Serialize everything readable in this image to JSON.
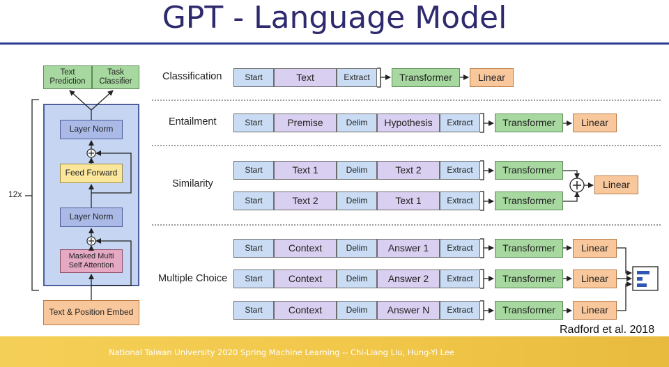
{
  "title": "GPT - Language Model",
  "footer": "National Taiwan University 2020 Spring Machine Learning -- Chi-Liang Liu, Hung-Yi Lee",
  "credit": "Radford et al. 2018",
  "architecture": {
    "heads": [
      "Text Prediction",
      "Task Classifier"
    ],
    "repeat_label": "12x",
    "layer_norm_top": "Layer Norm",
    "feed_forward": "Feed Forward",
    "layer_norm_bottom": "Layer Norm",
    "attention": "Masked Multi Self Attention",
    "embed": "Text & Position Embed",
    "plus": "+"
  },
  "tasks": {
    "classification": {
      "label": "Classification",
      "tokens": [
        "Start",
        "Text",
        "Extract"
      ],
      "transformer": "Transformer",
      "linear": "Linear"
    },
    "entailment": {
      "label": "Entailment",
      "tokens": [
        "Start",
        "Premise",
        "Delim",
        "Hypothesis",
        "Extract"
      ],
      "transformer": "Transformer",
      "linear": "Linear"
    },
    "similarity": {
      "label": "Similarity",
      "rows": [
        [
          "Start",
          "Text 1",
          "Delim",
          "Text 2",
          "Extract"
        ],
        [
          "Start",
          "Text 2",
          "Delim",
          "Text 1",
          "Extract"
        ]
      ],
      "transformer": "Transformer",
      "linear": "Linear",
      "plus": "+"
    },
    "multiple_choice": {
      "label": "Multiple Choice",
      "rows": [
        [
          "Start",
          "Context",
          "Delim",
          "Answer 1",
          "Extract"
        ],
        [
          "Start",
          "Context",
          "Delim",
          "Answer 2",
          "Extract"
        ],
        [
          "Start",
          "Context",
          "Delim",
          "Answer N",
          "Extract"
        ]
      ],
      "transformer": "Transformer",
      "linear": "Linear"
    }
  }
}
